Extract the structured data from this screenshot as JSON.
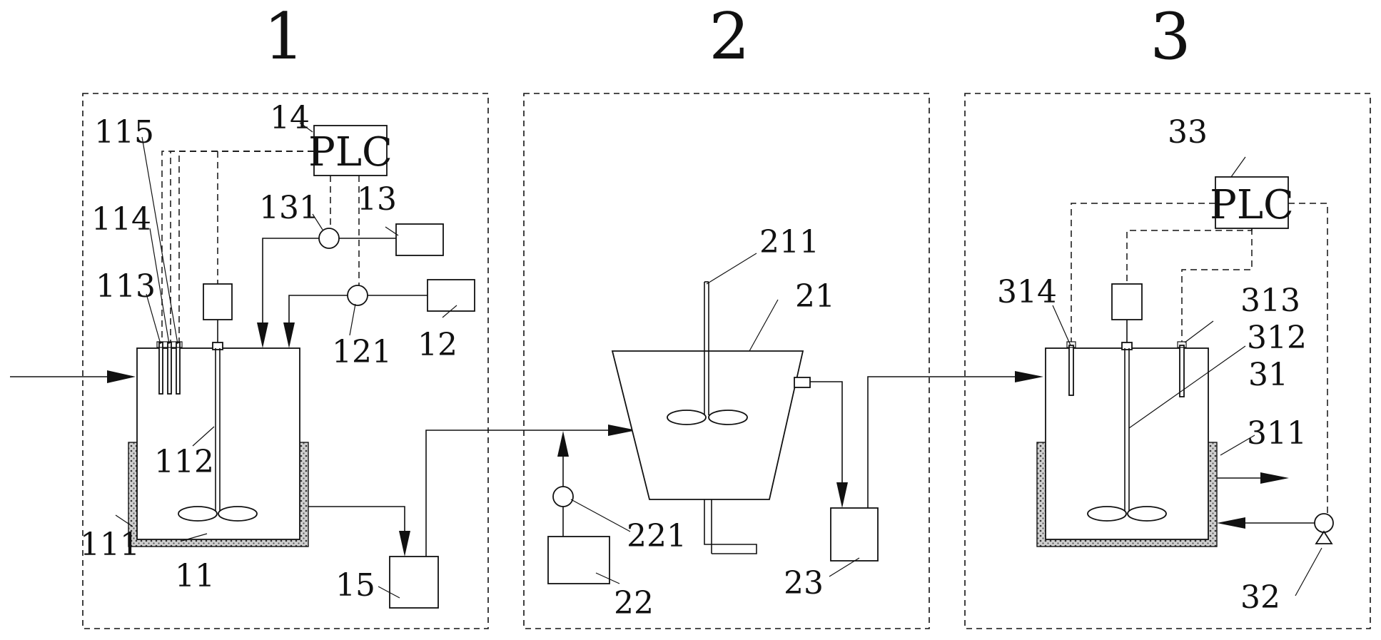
{
  "sections": [
    {
      "id": "section-1",
      "number": "1"
    },
    {
      "id": "section-2",
      "number": "2"
    },
    {
      "id": "section-3",
      "number": "3"
    }
  ],
  "plc_text": "PLC",
  "labels": {
    "l11": "11",
    "l111": "111",
    "l112": "112",
    "l113": "113",
    "l114": "114",
    "l115": "115",
    "l12": "12",
    "l121": "121",
    "l13": "13",
    "l131": "131",
    "l14": "14",
    "l15": "15",
    "l21": "21",
    "l211": "211",
    "l22": "22",
    "l221": "221",
    "l23": "23",
    "l31": "31",
    "l311": "311",
    "l312": "312",
    "l313": "313",
    "l314": "314",
    "l32": "32",
    "l33": "33"
  }
}
